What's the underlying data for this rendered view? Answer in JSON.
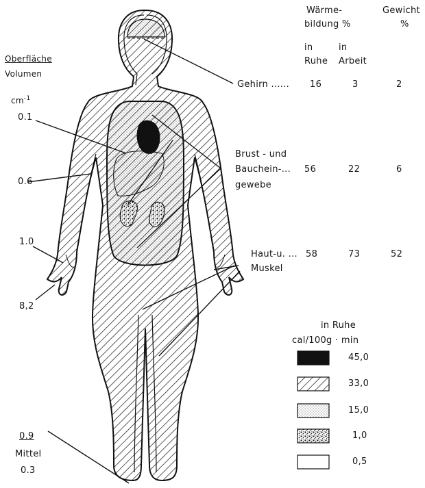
{
  "header": {
    "col1_line1": "Wärme-",
    "col1_line2": "bildung %",
    "col2_line1": "Gewicht",
    "col2_line2": "%",
    "sub1_line1": "in",
    "sub1_line2": "Ruhe",
    "sub2_line1": "in",
    "sub2_line2": "Arbeit"
  },
  "left_axis": {
    "line1": "Oberfläche",
    "line2": "Volumen",
    "unit": "cm",
    "unit_exp": "-1"
  },
  "left_values": {
    "v1": "0.1",
    "v2": "0.6",
    "v3": "1.0",
    "v4": "8,2",
    "mean_value": "0.9",
    "mean_label": "Mittel",
    "mean_value2": "0.3"
  },
  "rows": [
    {
      "label": "Gehirn ......",
      "rest": "16",
      "work": "3",
      "weight": "2"
    },
    {
      "label_line1": "Brust - und",
      "label_line2": "Bauchein-...",
      "label_line3": "gewebe",
      "rest": "56",
      "work": "22",
      "weight": "6"
    },
    {
      "label_line1": "Haut-u. ...",
      "label_line2": "Muskel",
      "rest": "58",
      "work": "73",
      "weight": "52"
    }
  ],
  "legend": {
    "title_line1": "in Ruhe",
    "title_line2": "cal/100g · min",
    "items": [
      {
        "pattern": "solid-black",
        "value": "45,0"
      },
      {
        "pattern": "hatched",
        "value": "33,0"
      },
      {
        "pattern": "fine-dots",
        "value": "15,0"
      },
      {
        "pattern": "coarse-dots",
        "value": "1,0"
      },
      {
        "pattern": "blank",
        "value": "0,5"
      }
    ]
  },
  "colors": {
    "ink": "#151515",
    "paper": "#ffffff"
  }
}
